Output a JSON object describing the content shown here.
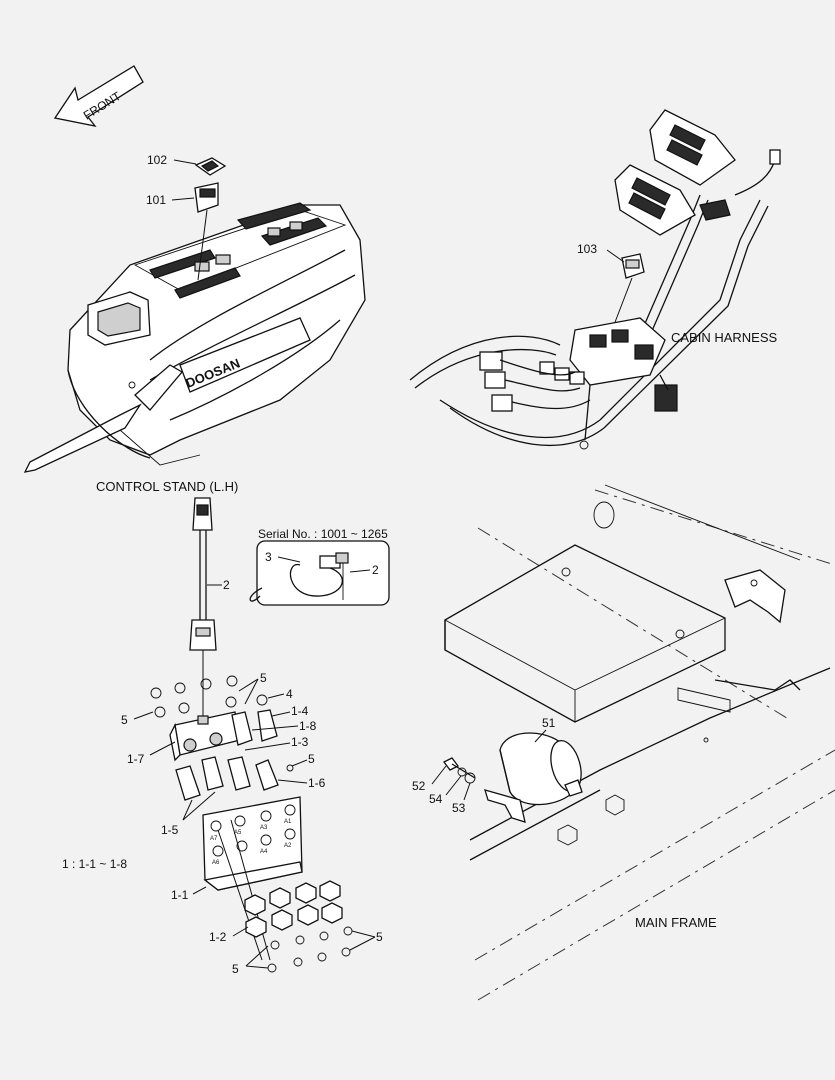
{
  "diagram": {
    "direction_arrow": "FRONT",
    "captions": {
      "control_stand": "CONTROL STAND (L.H)",
      "cabin_harness": "CABIN HARNESS",
      "main_frame": "MAIN FRAME",
      "serial_note": "Serial No. : 1001 ~ 1265",
      "kit_note": "1 : 1-1 ~ 1-8",
      "brand_logo": "DOOSAN"
    },
    "callouts": {
      "c102": "102",
      "c101": "101",
      "c103": "103",
      "c2": "2",
      "c3_inset": "3",
      "c2_inset": "2",
      "c5_top": "5",
      "c4": "4",
      "c5_left": "5",
      "c1_4": "1-4",
      "c1_8": "1-8",
      "c1_7": "1-7",
      "c1_3": "1-3",
      "c5_right": "5",
      "c1_6": "1-6",
      "c1_5": "1-5",
      "c1_1": "1-1",
      "c1_2": "1-2",
      "c5_bottom_right": "5",
      "c5_bottom_left": "5",
      "c51": "51",
      "c52": "52",
      "c54": "54",
      "c53": "53"
    },
    "plate_marks": [
      "A7",
      "A5",
      "A3",
      "A1",
      "A6",
      "A4",
      "A2"
    ]
  }
}
